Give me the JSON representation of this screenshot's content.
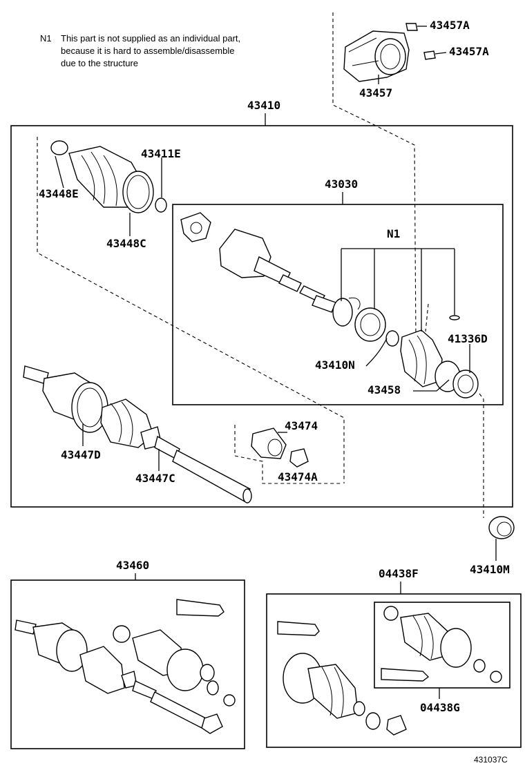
{
  "note": {
    "marker": "N1",
    "lines": [
      "This part is not supplied as an individual part,",
      "because it is hard to assemble/disassemble",
      "due to the structure"
    ]
  },
  "labels": {
    "p43457A_1": "43457A",
    "p43457A_2": "43457A",
    "p43457": "43457",
    "p43410": "43410",
    "p43411E": "43411E",
    "p43448E": "43448E",
    "p43448C": "43448C",
    "p43030": "43030",
    "pN1": "N1",
    "p41336D": "41336D",
    "p43410N": "43410N",
    "p43458": "43458",
    "p43447D": "43447D",
    "p43474": "43474",
    "p43447C": "43447C",
    "p43474A": "43474A",
    "p43410M": "43410M",
    "p43460": "43460",
    "p04438F": "04438F",
    "p04438G": "04438G"
  },
  "figure_code": "431037C"
}
